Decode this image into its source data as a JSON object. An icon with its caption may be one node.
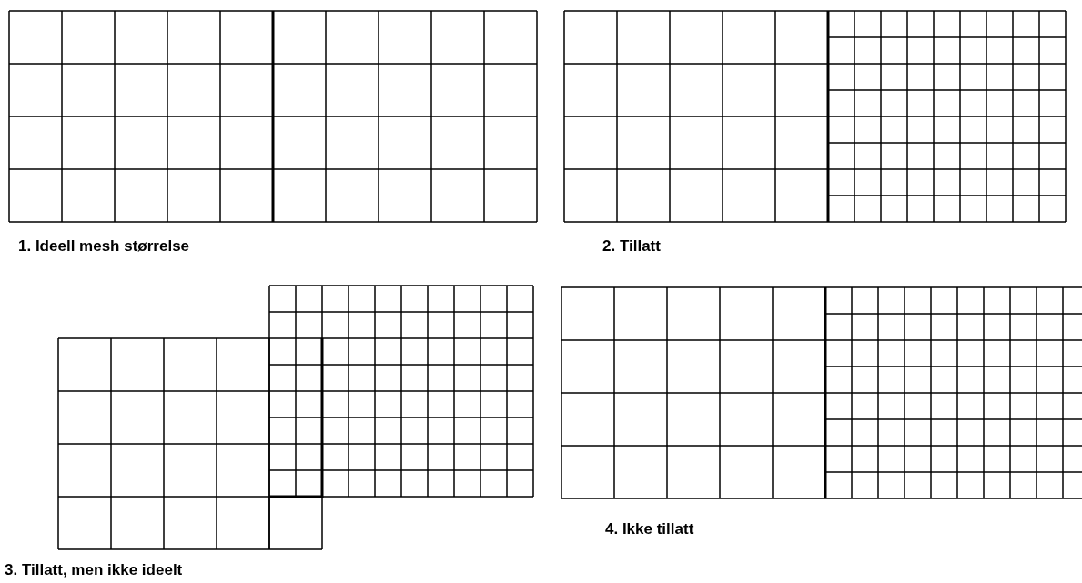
{
  "diagram": {
    "labels": [
      "1. Ideell mesh størrelse",
      "2. Tillatt",
      "3. Tillatt, men ikke ideelt",
      "4. Ikke tillatt"
    ]
  }
}
